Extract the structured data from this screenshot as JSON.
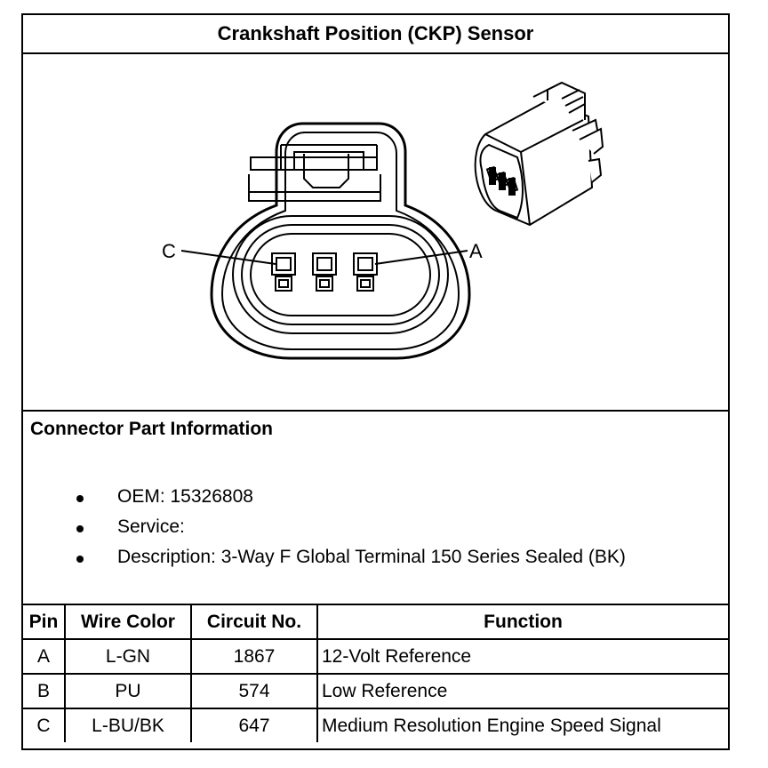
{
  "title": "Crankshaft Position (CKP) Sensor",
  "diagram": {
    "pin_labels": [
      "C",
      "A"
    ]
  },
  "connector_info": {
    "heading": "Connector Part Information",
    "items": [
      "OEM: 15326808",
      "Service:",
      "Description: 3-Way F Global Terminal 150 Series Sealed (BK)"
    ]
  },
  "pin_table": {
    "headers": [
      "Pin",
      "Wire Color",
      "Circuit No.",
      "Function"
    ],
    "rows": [
      {
        "pin": "A",
        "wire_color": "L-GN",
        "circuit": "1867",
        "function": "12-Volt Reference"
      },
      {
        "pin": "B",
        "wire_color": "PU",
        "circuit": "574",
        "function": "Low Reference"
      },
      {
        "pin": "C",
        "wire_color": "L-BU/BK",
        "circuit": "647",
        "function": "Medium Resolution Engine Speed Signal"
      }
    ]
  }
}
